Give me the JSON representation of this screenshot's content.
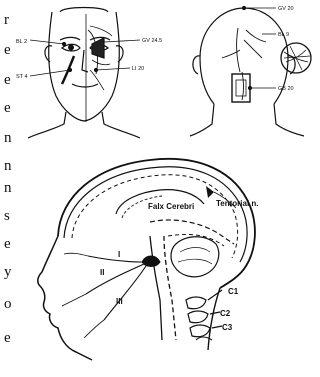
{
  "side_text": [
    "r",
    "e",
    "e",
    "e",
    "n",
    "n",
    "n",
    "s",
    "e",
    "y",
    "o",
    "e"
  ],
  "top_left": {
    "labels": {
      "bl2": "BL 2",
      "gv": "GV 24.5",
      "st4": "ST 4",
      "li": "LI 20"
    }
  },
  "top_right": {
    "labels": {
      "gv20": "GV 20",
      "bl9": "BL 9",
      "gb20": "GB 20"
    }
  },
  "bottom": {
    "labels": {
      "falx": "Falx Cerebri",
      "tentorial": "Tentorial n.",
      "c1": "C1",
      "c2": "C2",
      "c3": "C3",
      "n1": "I",
      "n2": "II",
      "n3": "III"
    }
  }
}
